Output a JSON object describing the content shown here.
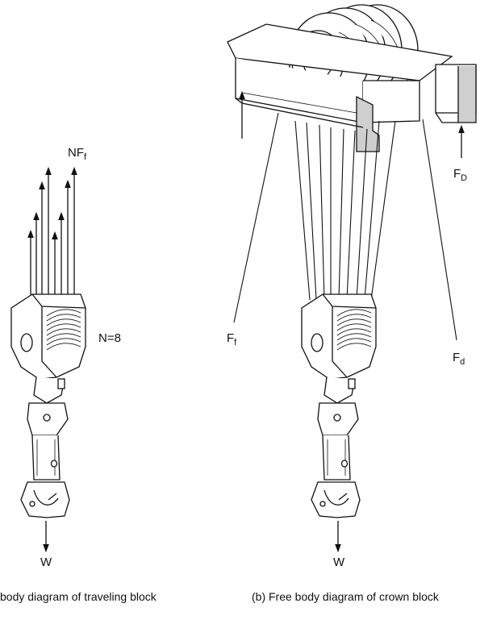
{
  "left_diagram": {
    "top_force": {
      "main": "NF",
      "sub": "f"
    },
    "lines_count": "N=8",
    "weight": "W",
    "caption": "body diagram of traveling block"
  },
  "right_diagram": {
    "fast_line": {
      "main": "F",
      "sub": "f"
    },
    "dead_line": {
      "main": "F",
      "sub": "d"
    },
    "derrick_load": {
      "main": "F",
      "sub": "D"
    },
    "weight": "W",
    "caption": "(b) Free body diagram of crown block"
  },
  "colors": {
    "ink": "#111111",
    "shade": "#cfcfcf",
    "light": "#e9e9e9"
  }
}
